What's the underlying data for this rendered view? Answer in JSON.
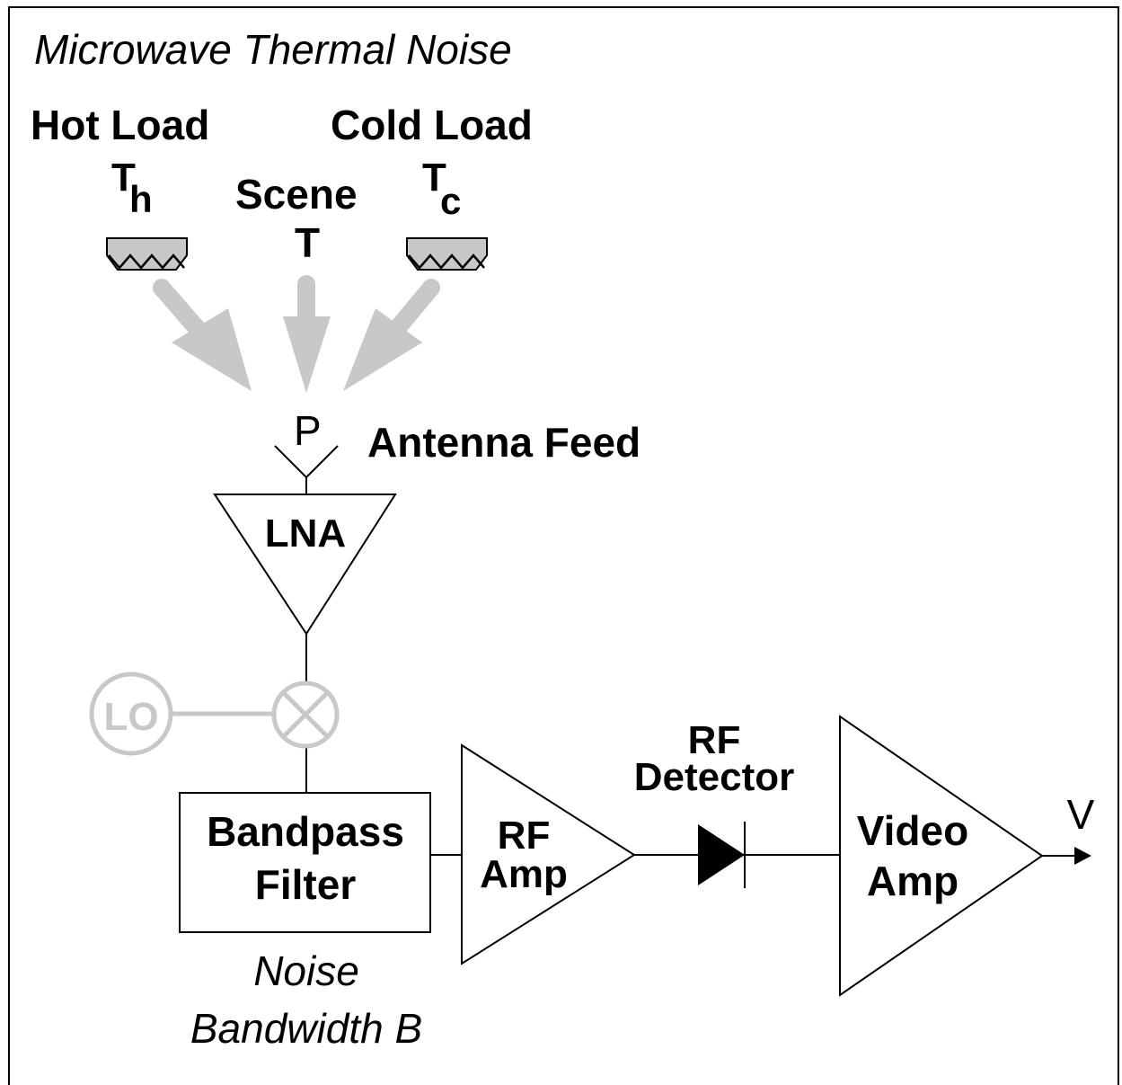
{
  "title": "Microwave Thermal Noise",
  "sources": {
    "hot_load": {
      "label": "Hot Load",
      "symbol": "T",
      "subscript": "h"
    },
    "scene": {
      "label": "Scene",
      "symbol": "T"
    },
    "cold_load": {
      "label": "Cold Load",
      "symbol": "T",
      "subscript": "c"
    }
  },
  "antenna": {
    "power_label": "P",
    "label": "Antenna Feed"
  },
  "lna": {
    "label": "LNA"
  },
  "lo": {
    "label": "LO"
  },
  "filter": {
    "line1": "Bandpass",
    "line2": "Filter",
    "caption_line1": "Noise",
    "caption_line2": "Bandwidth B"
  },
  "rf_amp": {
    "line1": "RF",
    "line2": "Amp"
  },
  "detector": {
    "line1": "RF",
    "line2": "Detector"
  },
  "video_amp": {
    "line1": "Video",
    "line2": "Amp"
  },
  "output": {
    "label": "V"
  },
  "colors": {
    "line": "#000000",
    "faded": "#c8c8c8",
    "load_fill": "#c8c8c8"
  }
}
